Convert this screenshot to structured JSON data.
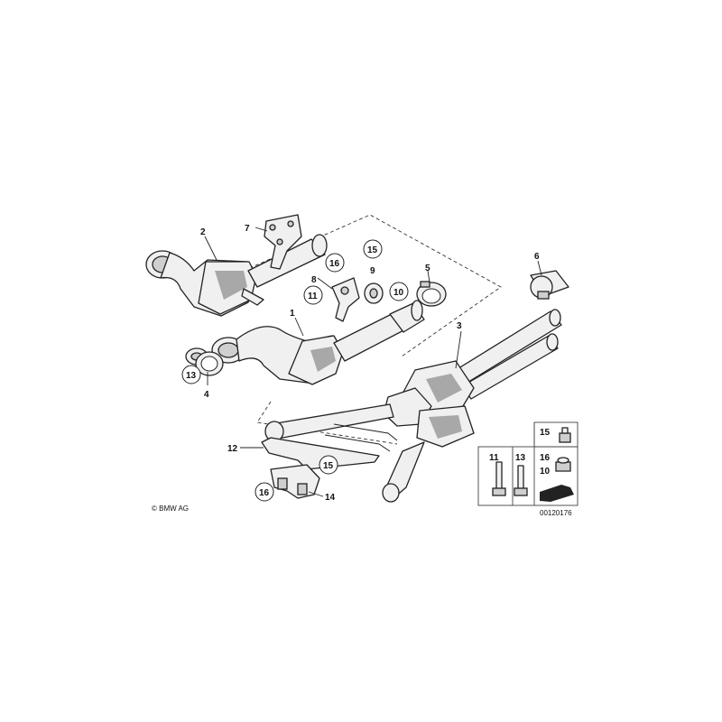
{
  "copyright": "© BMW AG",
  "diagram_id": "00120176",
  "callouts": {
    "c1": "1",
    "c2": "2",
    "c3": "3",
    "c4": "4",
    "c5": "5",
    "c6": "6",
    "c7": "7",
    "c8": "8",
    "c9": "9",
    "c10": "10",
    "c11": "11",
    "c12": "12",
    "c13": "13",
    "c14": "14",
    "c15a": "15",
    "c15b": "15",
    "c16a": "16",
    "c16b": "16"
  },
  "legend": {
    "l11": "11",
    "l13": "13",
    "l15": "15",
    "l16": "16",
    "l10": "10"
  }
}
